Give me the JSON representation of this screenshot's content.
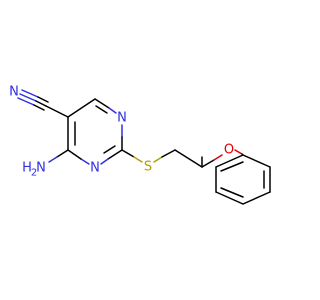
{
  "molecule": {
    "atoms": {
      "nitrile_n": {
        "symbol": "N",
        "color": "#3030e0"
      },
      "ring_n1": {
        "symbol": "N",
        "color": "#3030e0"
      },
      "ring_n3": {
        "symbol": "N",
        "color": "#3030e0"
      },
      "amine_n": {
        "symbol": "H",
        "sub": "2",
        "color": "#3030e0"
      },
      "amine_label_n": {
        "symbol": "N",
        "color": "#3030e0"
      },
      "sulfur": {
        "symbol": "S",
        "color": "#b0a000"
      },
      "oxygen": {
        "symbol": "O",
        "color": "#e00000"
      }
    }
  }
}
